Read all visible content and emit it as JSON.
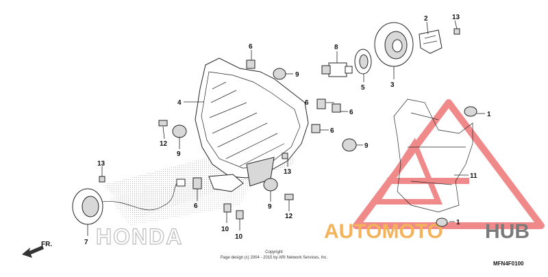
{
  "diagram": {
    "code": "MFN4F0100",
    "copyright_line1": "Copyright",
    "copyright_line2": "Page design (c) 2004 - 2015 by ARI Network Services, Inc.",
    "direction_label": "FR.",
    "brand_watermark": "HONDA",
    "overlay_logo_prefix": "AUTOMOTO",
    "overlay_logo_suffix": "HUB",
    "callouts": [
      "1",
      "1",
      "2",
      "3",
      "4",
      "5",
      "6",
      "6",
      "6",
      "6",
      "6",
      "7",
      "8",
      "9",
      "9",
      "9",
      "9",
      "10",
      "10",
      "11",
      "12",
      "12",
      "13",
      "13",
      "13"
    ]
  },
  "colors": {
    "logo_red": "#f08a8a",
    "logo_orange": "#f4b25a",
    "logo_gray": "#7a7a7a",
    "line": "#222222"
  }
}
